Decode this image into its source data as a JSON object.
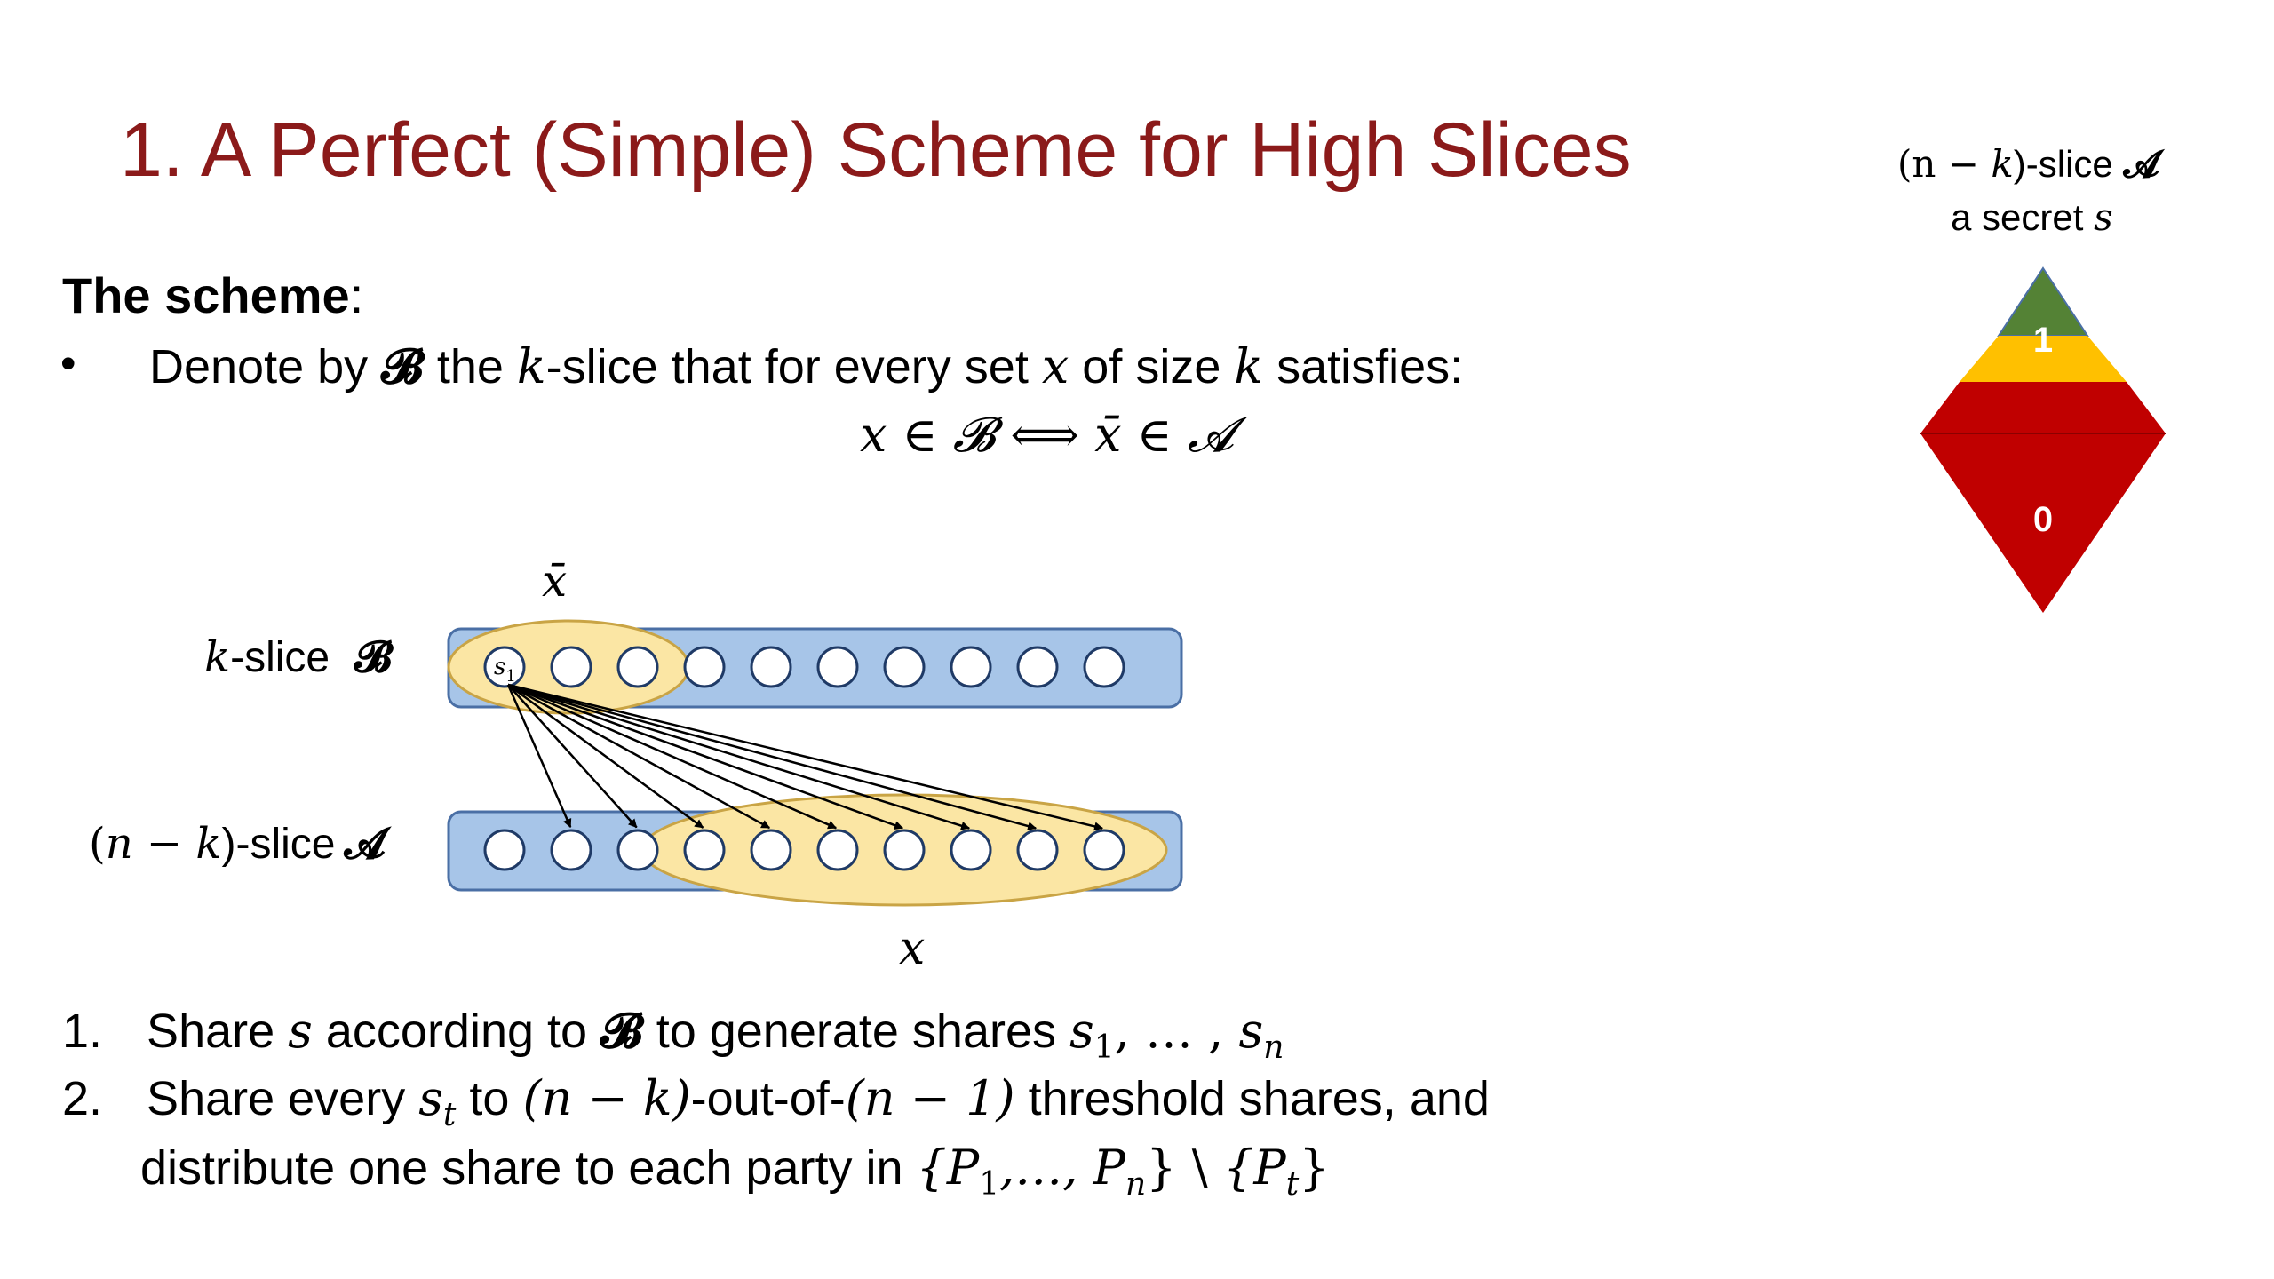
{
  "title": "1. A Perfect (Simple) Scheme for High Slices",
  "scheme_heading": "The scheme",
  "scheme_colon": ":",
  "bullet": "•",
  "bullet_text": {
    "p1": "Denote by ",
    "B": "𝓑",
    "p2": " the ",
    "k": "k",
    "p3": "-slice that for every set ",
    "x": "x",
    "p4": " of size ",
    "k2": "k",
    "p5": " satisfies:"
  },
  "formula": "x ∈ 𝓑 ⟺ x̄ ∈ 𝓐",
  "diagram": {
    "top_label_k": "k",
    "top_label_rest": "-slice",
    "top_label_symbol": "𝓑",
    "bottom_label_open": "(",
    "bottom_label_nk": "n − k",
    "bottom_label_close": ")-slice",
    "bottom_label_symbol": "𝓐",
    "xbar_label": "x̄",
    "x_label": "x",
    "s1_label": "s",
    "s1_sub": "1",
    "circles_per_row": 10,
    "highlight_top_count": 3,
    "highlight_bottom_from": 3,
    "colors": {
      "bar_fill": "#a7c5e8",
      "bar_stroke": "#4a6fa5",
      "highlight_fill": "#fbe6a4",
      "highlight_stroke": "#c9a445"
    }
  },
  "steps": [
    {
      "num": "1.",
      "a": "Share ",
      "s": "s",
      "b": " according to ",
      "B": "𝓑",
      "c": " to generate shares ",
      "s1": "s",
      "s1sub": "1",
      "d": ", … , ",
      "sn": "s",
      "snsub": "n"
    },
    {
      "num": "2.",
      "a": "Share every ",
      "st": "s",
      "stsub": "t",
      "b": " to ",
      "nk": "(n − k)",
      "c": "-out-of-",
      "n1": "(n − 1)",
      "d": " threshold shares, and",
      "line2a": "distribute one share to each party in ",
      "set1": "{P",
      "set1sub": "1",
      "set1b": ",…, P",
      "set1sub2": "n",
      "set1c": "}",
      "setminus": " \\ ",
      "set2": "{P",
      "set2sub": "t",
      "set2c": "}"
    }
  ],
  "side_caption": {
    "line1_open": "(n − ",
    "line1_k": "k",
    "line1_rest": ")-slice ",
    "line1_symbol": "𝓐",
    "line2": "a secret ",
    "line2_s": "s"
  },
  "pyramid": {
    "top_value": "1",
    "bottom_value": "0",
    "colors": {
      "green": "#548235",
      "yellow": "#ffc000",
      "red": "#c00000"
    }
  }
}
